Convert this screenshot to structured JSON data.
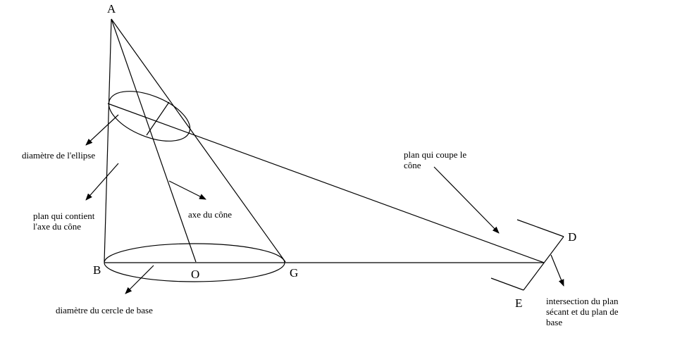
{
  "points": {
    "A": "A",
    "B": "B",
    "O": "O",
    "G": "G",
    "D": "D",
    "E": "E"
  },
  "labels": {
    "ellipse_diameter": [
      "diamètre de l'ellipse"
    ],
    "axial_plane": [
      "plan qui contient",
      "l'axe du cône"
    ],
    "cone_axis": [
      "axe du cône"
    ],
    "base_diameter": [
      "diamètre du cercle de base"
    ],
    "cutting_plane": [
      "plan qui coupe le",
      "cône"
    ],
    "intersection": [
      "intersection du plan",
      "sécant et du plan de",
      "base"
    ]
  }
}
